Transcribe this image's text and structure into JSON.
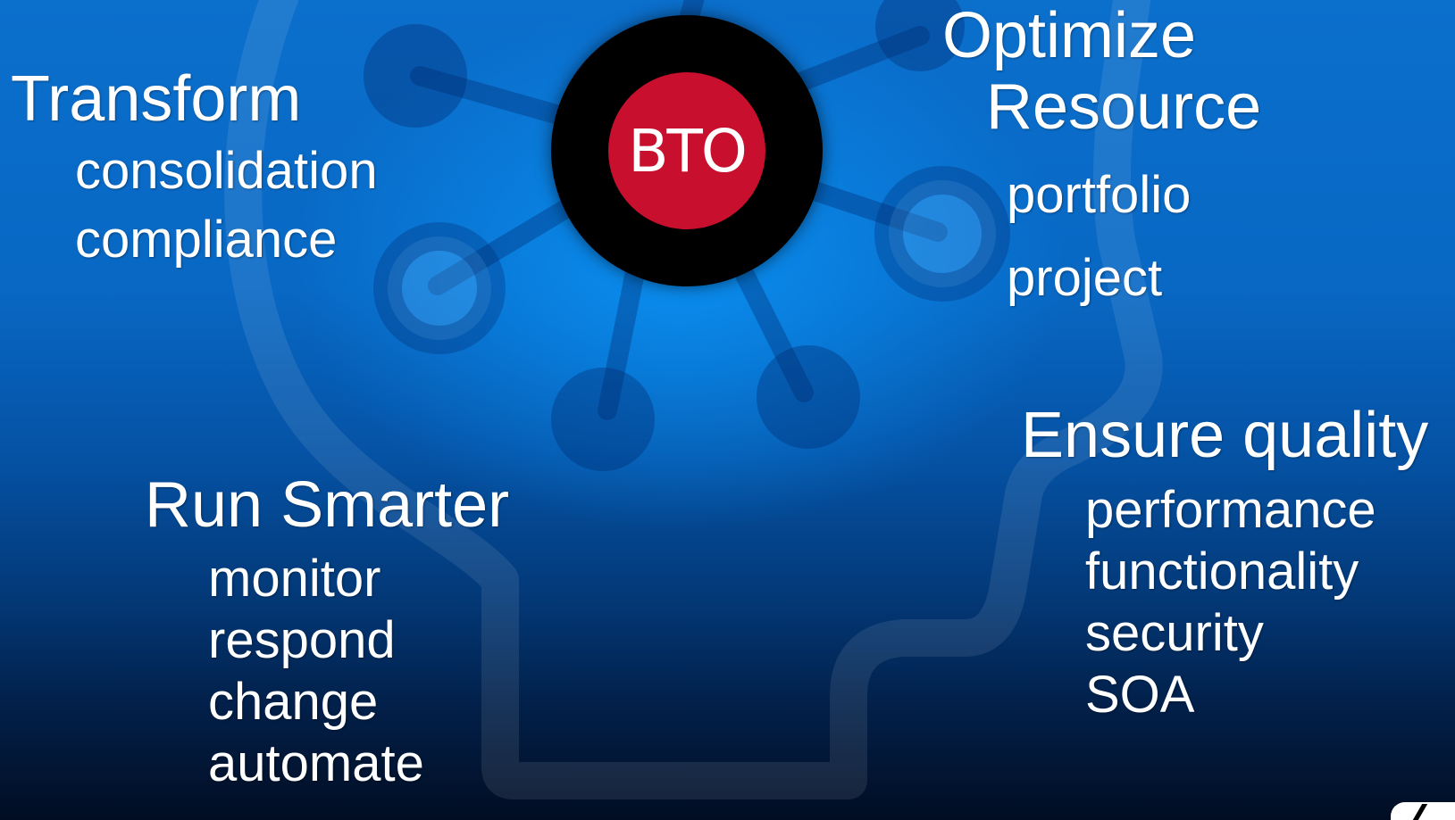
{
  "logo": {
    "text": "BTO",
    "ring_color": "#000000",
    "disc_color": "#c8102e"
  },
  "colors": {
    "background_top": "#0b6fcc",
    "background_bottom": "#010d22",
    "text": "#ffffff"
  },
  "transform": {
    "heading": "Transform",
    "items": [
      "consolidation",
      "compliance"
    ]
  },
  "optimize": {
    "heading_line1": "Optimize",
    "heading_line2": "Resource",
    "items": [
      "portfolio",
      "project"
    ]
  },
  "run_smarter": {
    "heading": "Run Smarter",
    "items": [
      "monitor",
      "respond",
      "change",
      "automate"
    ]
  },
  "ensure_quality": {
    "heading": "Ensure quality",
    "items": [
      "performance",
      "functionality",
      "security",
      "SOA"
    ]
  }
}
